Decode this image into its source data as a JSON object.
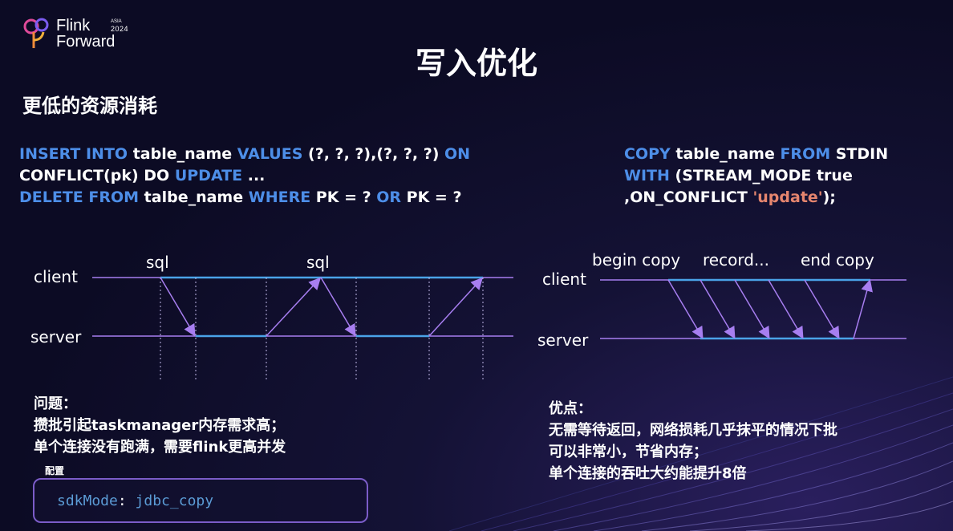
{
  "logo": {
    "line1": "Flink",
    "line2": "Forward",
    "region": "ASIA",
    "year": "2024"
  },
  "title": "写入优化",
  "subtitle": "更低的资源消耗",
  "left_code": {
    "l1_kw1": "INSERT INTO",
    "l1_t1": " table_name ",
    "l1_kw2": "VALUES",
    "l1_t2": " (?, ?, ?),(?, ?, ?) ",
    "l1_kw3": "ON",
    "l2_t1": "CONFLICT(pk) DO ",
    "l2_kw1": "UPDATE",
    "l2_t2": " ...",
    "l3_kw1": "DELETE FROM",
    "l3_t1": " talbe_name ",
    "l3_kw2": "WHERE",
    "l3_t2": " PK = ? ",
    "l3_kw3": "OR",
    "l3_t3": " PK = ?"
  },
  "right_code": {
    "l1_kw1": "COPY",
    "l1_t1": " table_name ",
    "l1_kw2": "FROM",
    "l1_t2": " STDIN",
    "l2_kw1": "WITH",
    "l2_t1": " (STREAM_MODE true",
    "l3_t1": ",ON_CONFLICT ",
    "l3_str": "'update'",
    "l3_t2": ");"
  },
  "left_diagram": {
    "client": "client",
    "server": "server",
    "sql1": "sql",
    "sql2": "sql"
  },
  "right_diagram": {
    "client": "client",
    "server": "server",
    "begin": "begin copy",
    "record": "record...",
    "end": "end copy"
  },
  "problem": {
    "heading": "问题：",
    "line1": "攒批引起taskmanager内存需求高；",
    "line2": "单个连接没有跑满，需要flink更高并发"
  },
  "advantage": {
    "heading": "优点：",
    "line1": "无需等待返回，网络损耗几乎抹平的情况下批",
    "line2": "可以非常小，节省内存；",
    "line3": "单个连接的吞吐大约能提升8倍"
  },
  "config": {
    "label": "配置",
    "key": "sdkMode",
    "sep": ": ",
    "value": "jdbc_copy"
  },
  "colors": {
    "keyword": "#4d8ee8",
    "string": "#e5856e",
    "timeline": "#4aa3e8",
    "arrow": "#a77ef0",
    "box_border": "#7b5cc8"
  }
}
